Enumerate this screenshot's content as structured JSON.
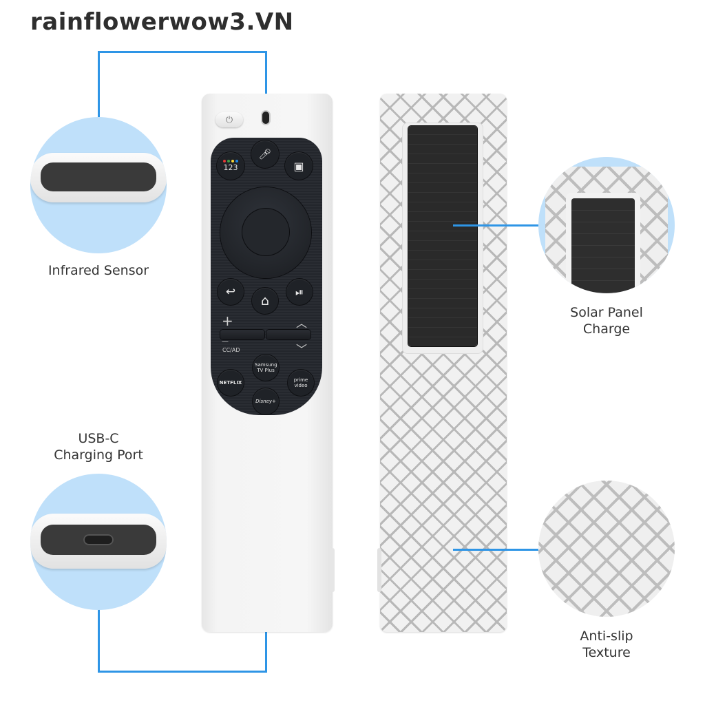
{
  "watermark": "rainflowerwow3.VN",
  "colors": {
    "accent_line": "#2e95e6",
    "bubble_bg": "#bfe0fa",
    "remote_body": "#f4f4f4",
    "button_panel": "#23262c",
    "solar_panel": "#2a2a2a"
  },
  "callouts": {
    "infrared": {
      "label": "Infrared Sensor"
    },
    "usb": {
      "label_line1": "USB-C",
      "label_line2": "Charging Port"
    },
    "solar": {
      "label_line1": "Solar Panel",
      "label_line2": "Charge"
    },
    "texture": {
      "label_line1": "Anti-slip",
      "label_line2": "Texture"
    }
  },
  "remote": {
    "power_icon": "⏻",
    "mic_icon": "🎙",
    "color_num_label": "123",
    "multiview_icon": "▣",
    "back_icon": "↩",
    "home_icon": "⌂",
    "play_pause_icon": "⏯",
    "volume_plus": "+",
    "volume_minus": "—",
    "cc_ad": "CC/AD",
    "channel_up": "︿",
    "channel_down": "﹀",
    "samsung_tv_plus": "Samsung TV Plus",
    "netflix": "NETFLIX",
    "prime_video": "prime video",
    "disney_plus": "Disney+"
  }
}
